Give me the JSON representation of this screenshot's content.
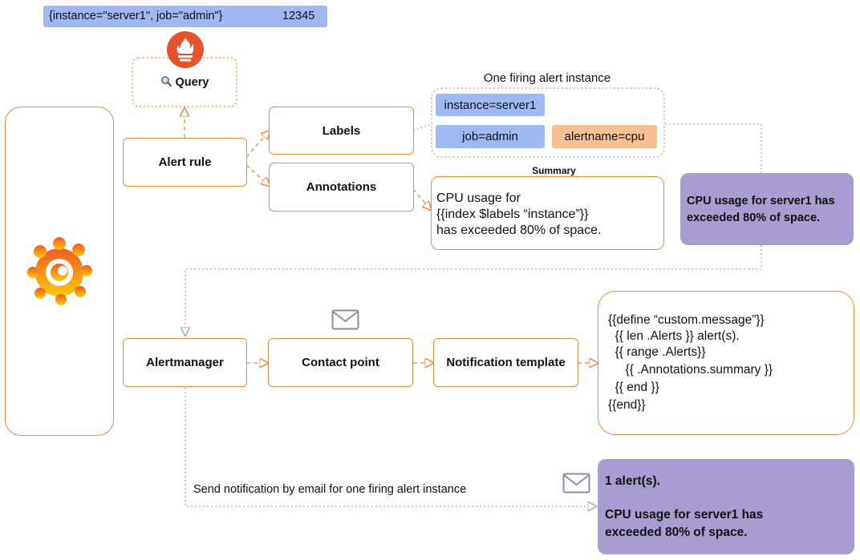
{
  "metric": {
    "labels": "{instance=\"server1\", job=\"admin\"}",
    "value": "12345"
  },
  "query": {
    "icon": "search-icon",
    "label": "Query"
  },
  "alert_rule": {
    "label": "Alert rule"
  },
  "labels_box": {
    "label": "Labels"
  },
  "annotations_box": {
    "label": "Annotations"
  },
  "firing_instance": {
    "title": "One firing alert instance",
    "chips": [
      "instance=server1",
      "job=admin",
      "alertname=cpu"
    ]
  },
  "summary": {
    "title": "Summary",
    "lines": [
      "CPU usage for",
      "{{index $labels “instance”}}",
      "has exceeded 80% of space."
    ]
  },
  "rendered_summary": {
    "text": "CPU usage for server1 has exceeded 80% of space."
  },
  "alertmanager": {
    "label": "Alertmanager"
  },
  "contact_point": {
    "label": "Contact point"
  },
  "notification_template": {
    "label": "Notification template"
  },
  "template_code": {
    "lines": [
      "{{define “custom.message”}}",
      "  {{ len .Alerts }} alert(s).",
      "  {{ range .Alerts}}",
      "     {{ .Annotations.summary }}",
      "  {{ end }}",
      "{{end}}"
    ]
  },
  "send_note": {
    "text": "Send notification by email for one firing alert instance"
  },
  "email_output": {
    "line1": "1 alert(s).",
    "line2": "CPU usage for server1 has exceeded 80% of space."
  },
  "colors": {
    "accent": "#f08a3c",
    "label_chip": "#9fbaf2",
    "alertname_chip": "#f7c092",
    "output": "#a99cd0",
    "connector": "#a6a6c8"
  },
  "icons": [
    "prometheus-logo",
    "grafana-logo",
    "mail-icon"
  ]
}
